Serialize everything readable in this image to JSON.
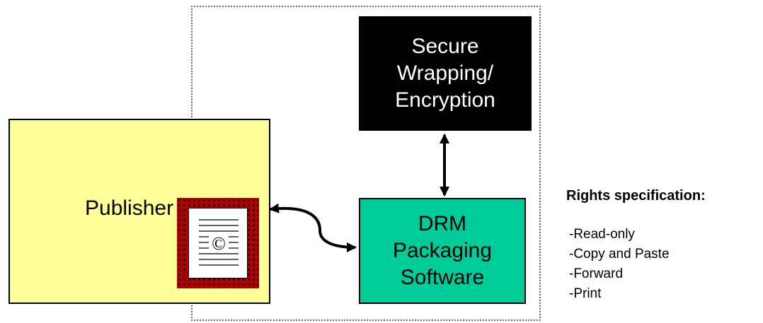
{
  "publisher": {
    "label": "Publisher"
  },
  "secure_box": {
    "lines": [
      "Secure",
      "Wrapping/",
      "Encryption"
    ]
  },
  "drm_box": {
    "lines": [
      "DRM",
      "Packaging",
      "Software"
    ]
  },
  "document_icon": {
    "symbol": "©",
    "icon": "copyrighted-document-icon"
  },
  "rights": {
    "title": "Rights specification:",
    "items": [
      "-Read-only",
      "-Copy and Paste",
      "-Forward",
      "-Print"
    ]
  },
  "colors": {
    "publisher_fill": "#ffff99",
    "secure_fill": "#000000",
    "drm_fill": "#00cc99",
    "doc_frame": "#b00000"
  }
}
